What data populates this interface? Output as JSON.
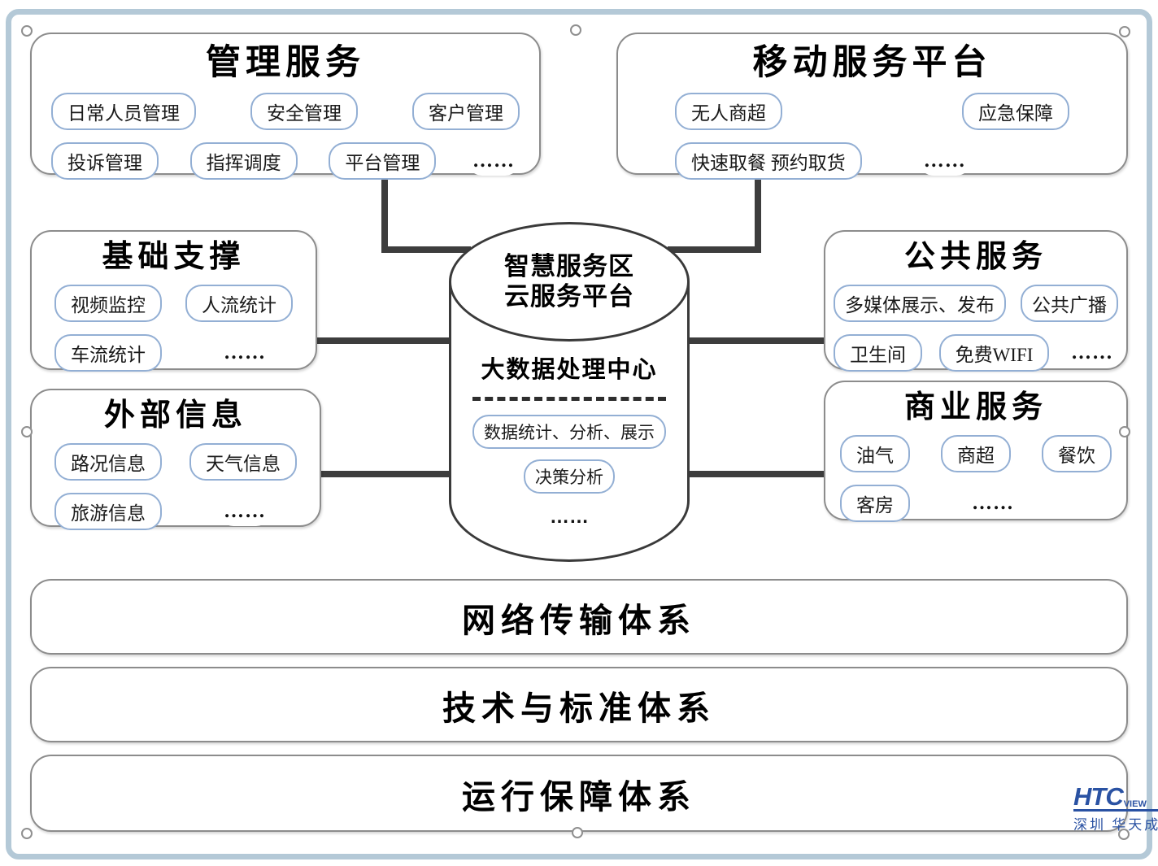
{
  "colors": {
    "frame": "#b4c9d7",
    "box_border": "#8c8c8c",
    "pill_border": "#93afd4",
    "connector": "#3d3d3d",
    "logo_blue": "#2a52a3"
  },
  "boxes": {
    "management": {
      "title": "管理服务",
      "rows": [
        [
          "日常人员管理",
          "安全管理",
          "客户管理"
        ],
        [
          "投诉管理",
          "指挥调度",
          "平台管理",
          "……"
        ]
      ]
    },
    "mobile": {
      "title": "移动服务平台",
      "rows": [
        [
          "无人商超",
          "应急保障"
        ],
        [
          "快速取餐 预约取货",
          "……"
        ]
      ]
    },
    "basic": {
      "title": "基础支撑",
      "rows": [
        [
          "视频监控",
          "人流统计"
        ],
        [
          "车流统计",
          "……"
        ]
      ]
    },
    "external": {
      "title": "外部信息",
      "rows": [
        [
          "路况信息",
          "天气信息"
        ],
        [
          "旅游信息",
          "……"
        ]
      ]
    },
    "public": {
      "title": "公共服务",
      "rows": [
        [
          "多媒体展示、发布",
          "公共广播"
        ],
        [
          "卫生间",
          "免费WIFI",
          "……"
        ]
      ]
    },
    "business": {
      "title": "商业服务",
      "rows": [
        [
          "油气",
          "商超",
          "餐饮"
        ],
        [
          "客房",
          "……"
        ]
      ]
    }
  },
  "cylinder": {
    "title_line1": "智慧服务区",
    "title_line2": "云服务平台",
    "center_title": "大数据处理中心",
    "pills": [
      "数据统计、分析、展示",
      "决策分析"
    ],
    "dots": "……"
  },
  "bars": [
    {
      "label": "网络传输体系"
    },
    {
      "label": "技术与标准体系"
    },
    {
      "label": "运行保障体系"
    }
  ],
  "logo": {
    "main": "HTC",
    "sub": "view",
    "tagline": "深圳 华天成"
  }
}
